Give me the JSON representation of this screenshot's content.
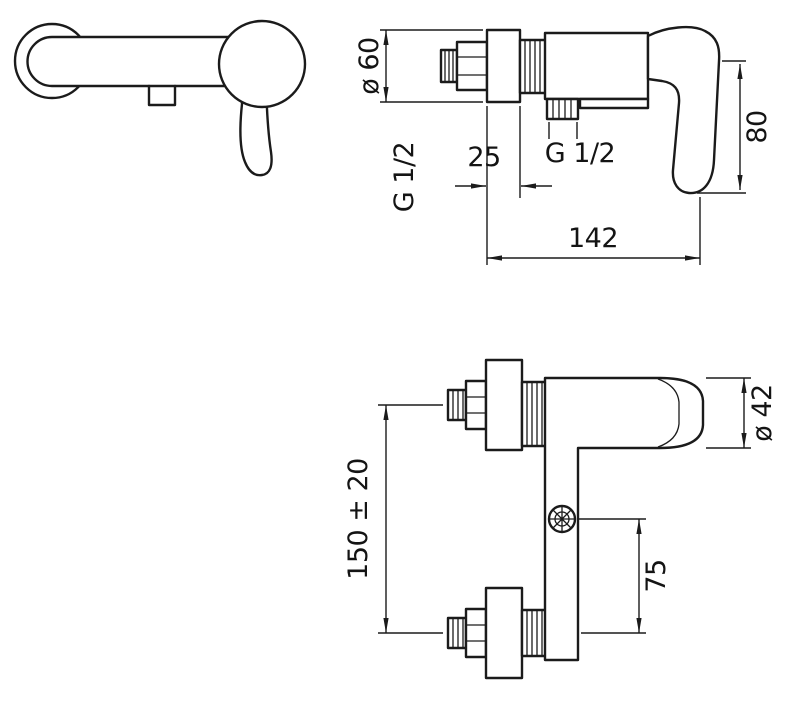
{
  "drawing": {
    "background": "#ffffff",
    "line_color": "#1b1b1b"
  },
  "views": {
    "top": {
      "labels": {
        "escutcheon_diameter": "ø 60",
        "inlet_thread": "G 1/2",
        "escutcheon_depth": "25",
        "outlet_thread": "G 1/2",
        "handle_height": "80",
        "total_depth": "142"
      }
    },
    "side": {
      "labels": {
        "mounting_height": "150 ± 20",
        "outlet_drop": "75",
        "body_diameter": "ø 42"
      }
    }
  }
}
